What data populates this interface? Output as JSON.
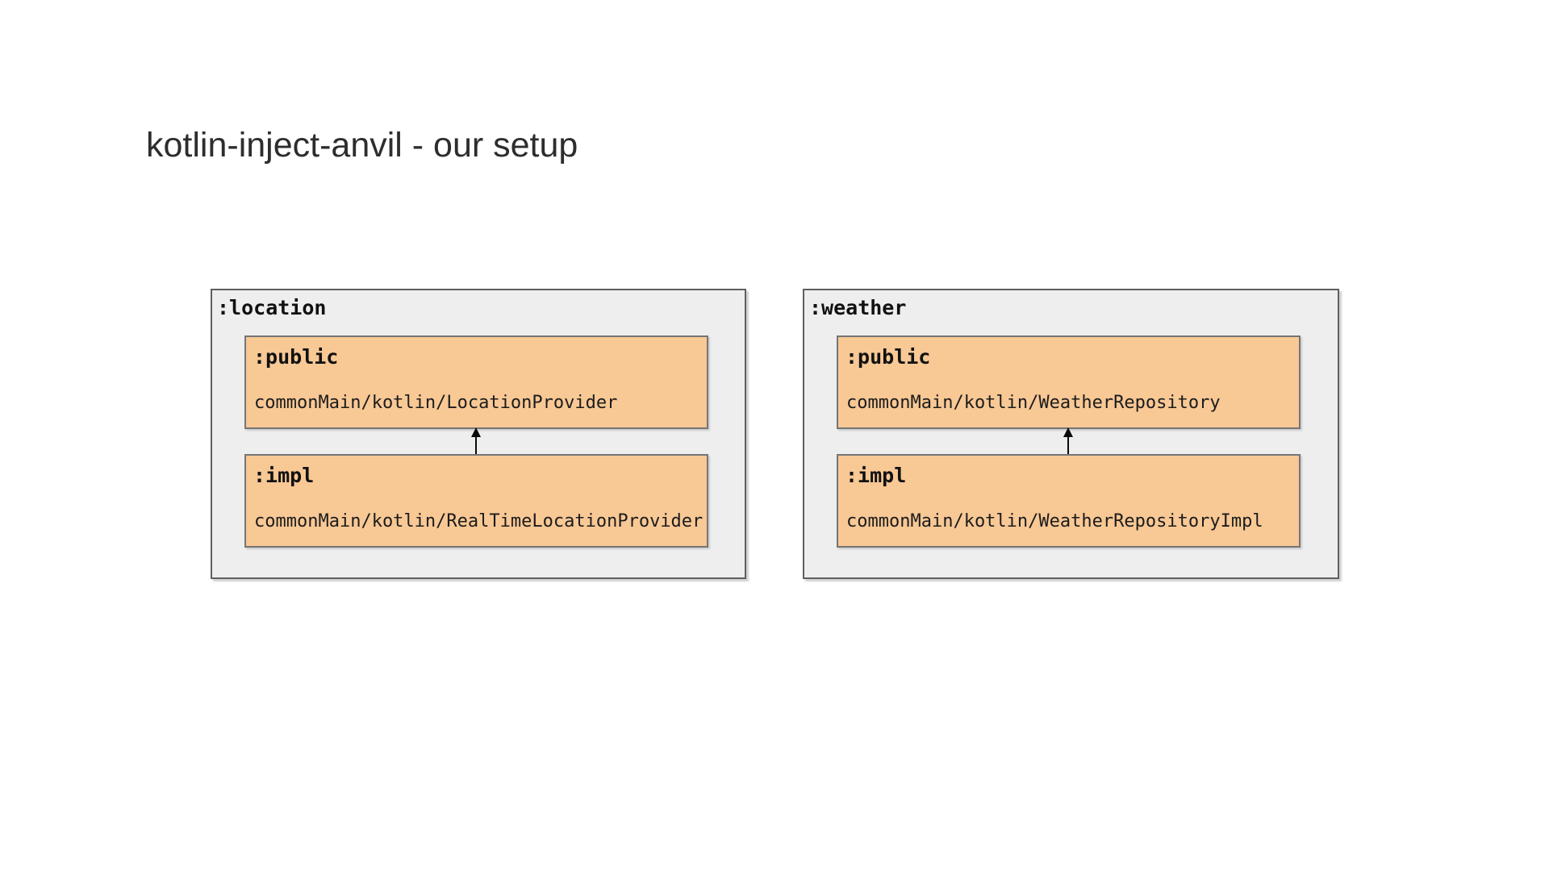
{
  "slide": {
    "title": "kotlin-inject-anvil - our setup"
  },
  "colors": {
    "background": "#ffffff",
    "title_text": "#2d2d2d",
    "module_fill": "#eeeeee",
    "module_border": "#5f5f5f",
    "submodule_fill": "#f8c895",
    "submodule_border": "#757575",
    "label_text": "#111111",
    "arrow": "#0a0a0a"
  },
  "diagram": {
    "modules": [
      {
        "name": ":location",
        "submodules": [
          {
            "name": ":public",
            "path": "commonMain/kotlin/LocationProvider"
          },
          {
            "name": ":impl",
            "path": "commonMain/kotlin/RealTimeLocationProvider"
          }
        ],
        "arrow": "impl depends on public (arrow points up from :impl to :public)"
      },
      {
        "name": ":weather",
        "submodules": [
          {
            "name": ":public",
            "path": "commonMain/kotlin/WeatherRepository"
          },
          {
            "name": ":impl",
            "path": "commonMain/kotlin/WeatherRepositoryImpl"
          }
        ],
        "arrow": "impl depends on public (arrow points up from :impl to :public)"
      }
    ]
  }
}
